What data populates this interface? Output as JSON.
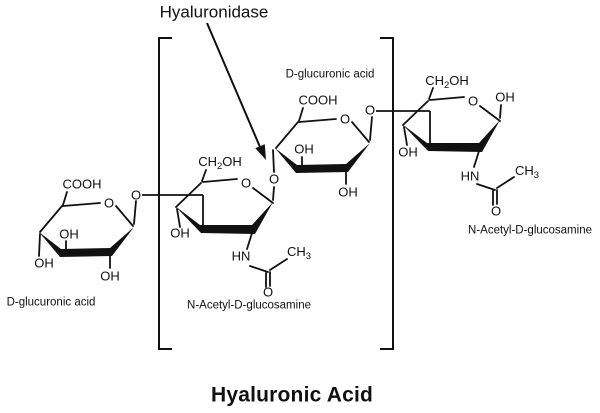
{
  "title": "Hyaluronic Acid",
  "enzyme_label": "Hyaluronidase",
  "rings": [
    {
      "name": "D-glucuronic acid",
      "cooh": "COOH",
      "ring_o": "O",
      "oh_inner": "OH",
      "oh_c4": "OH",
      "oh_bottom": "OH"
    },
    {
      "name": "N-Acetyl-D-glucosamine",
      "ch2oh_pre": "CH",
      "ch2oh_sub": "2",
      "ch2oh_post": "OH",
      "ring_o": "O",
      "oh_c4": "OH",
      "hn": "HN",
      "carbonyl_o": "O",
      "ch3_pre": "CH",
      "ch3_sub": "3"
    },
    {
      "name": "D-glucuronic acid",
      "cooh": "COOH",
      "ring_o": "O",
      "oh_inner": "OH",
      "oh_bottom": "OH"
    },
    {
      "name": "N-Acetyl-D-glucosamine",
      "ch2oh_pre": "CH",
      "ch2oh_sub": "2",
      "ch2oh_post": "OH",
      "ring_o": "O",
      "oh_anomeric": "OH",
      "oh_c4": "OH",
      "hn": "HN",
      "carbonyl_o": "O",
      "ch3_pre": "CH",
      "ch3_sub": "3"
    }
  ],
  "glycosidic_oxygens": {
    "o12": "O",
    "o23": "O",
    "o34": "O"
  }
}
